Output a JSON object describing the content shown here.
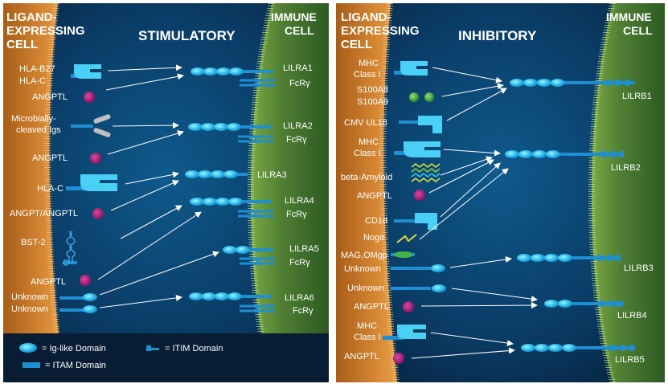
{
  "colors": {
    "background_dark": "#07243f",
    "background_mid": "#0d4f7e",
    "ligand_cell": "#c97a2a",
    "immune_cell": "#5d8a3a",
    "ig_domain": "#35c8f0",
    "receptor_tail": "#1d8fd2",
    "angptl": "#b0217d",
    "s100": "#3aa33a"
  },
  "stimulatory": {
    "ligand_cell_title": [
      "LIGAND-",
      "EXPRESSING",
      "CELL"
    ],
    "panel_title": "STIMULATORY",
    "immune_cell_title": [
      "IMMUNE",
      "CELL"
    ],
    "ligands": {
      "hla_b27": "HLA-B27",
      "hla_c_1": "HLA-C",
      "angptl_1": "ANGPTL",
      "microbial_1": "Microbially-",
      "microbial_2": "cleaved Igs",
      "angptl_2": "ANGPTL",
      "hla_c_2": "HLA-C",
      "angpt_angptl": "ANGPT/ANGPTL",
      "bst2": "BST-2",
      "angptl_3": "ANGPTL",
      "unknown_1": "Unknown",
      "unknown_2": "Unknown"
    },
    "receptors": [
      "LILRA1",
      "LILRA2",
      "LILRA3",
      "LILRA4",
      "LILRA5",
      "LILRA6"
    ],
    "fcr": "FcRγ",
    "legend": {
      "ig_like": "= Ig-like Domain",
      "itam": "= ITAM Domain",
      "itim": "= ITIM Domain"
    }
  },
  "inhibitory": {
    "ligand_cell_title": [
      "LIGAND-",
      "EXPRESSING",
      "CELL"
    ],
    "panel_title": "INHIBITORY",
    "immune_cell_title": [
      "IMMUNE",
      "CELL"
    ],
    "ligands": {
      "mhc_1a": "MHC",
      "mhc_1b": "Class I",
      "s100a8": "S100A8",
      "s100a9": "S100A9",
      "cmv": "CMV UL18",
      "mhc_2a": "MHC",
      "mhc_2b": "Class I",
      "beta_amyloid": "beta-Amyloid",
      "angptl_1": "ANGPTL",
      "cd1d": "CD1d",
      "nogo": "Nogo",
      "mag": "MAG,OMgp",
      "unknown_1": "Unknown",
      "unknown_2": "Unknown",
      "angptl_2": "ANGPTL",
      "mhc_3a": "MHC",
      "mhc_3b": "Class I",
      "angptl_3": "ANGPTL"
    },
    "receptors": [
      "LILRB1",
      "LILRB2",
      "LILRB3",
      "LILRB4",
      "LILRB5"
    ]
  }
}
